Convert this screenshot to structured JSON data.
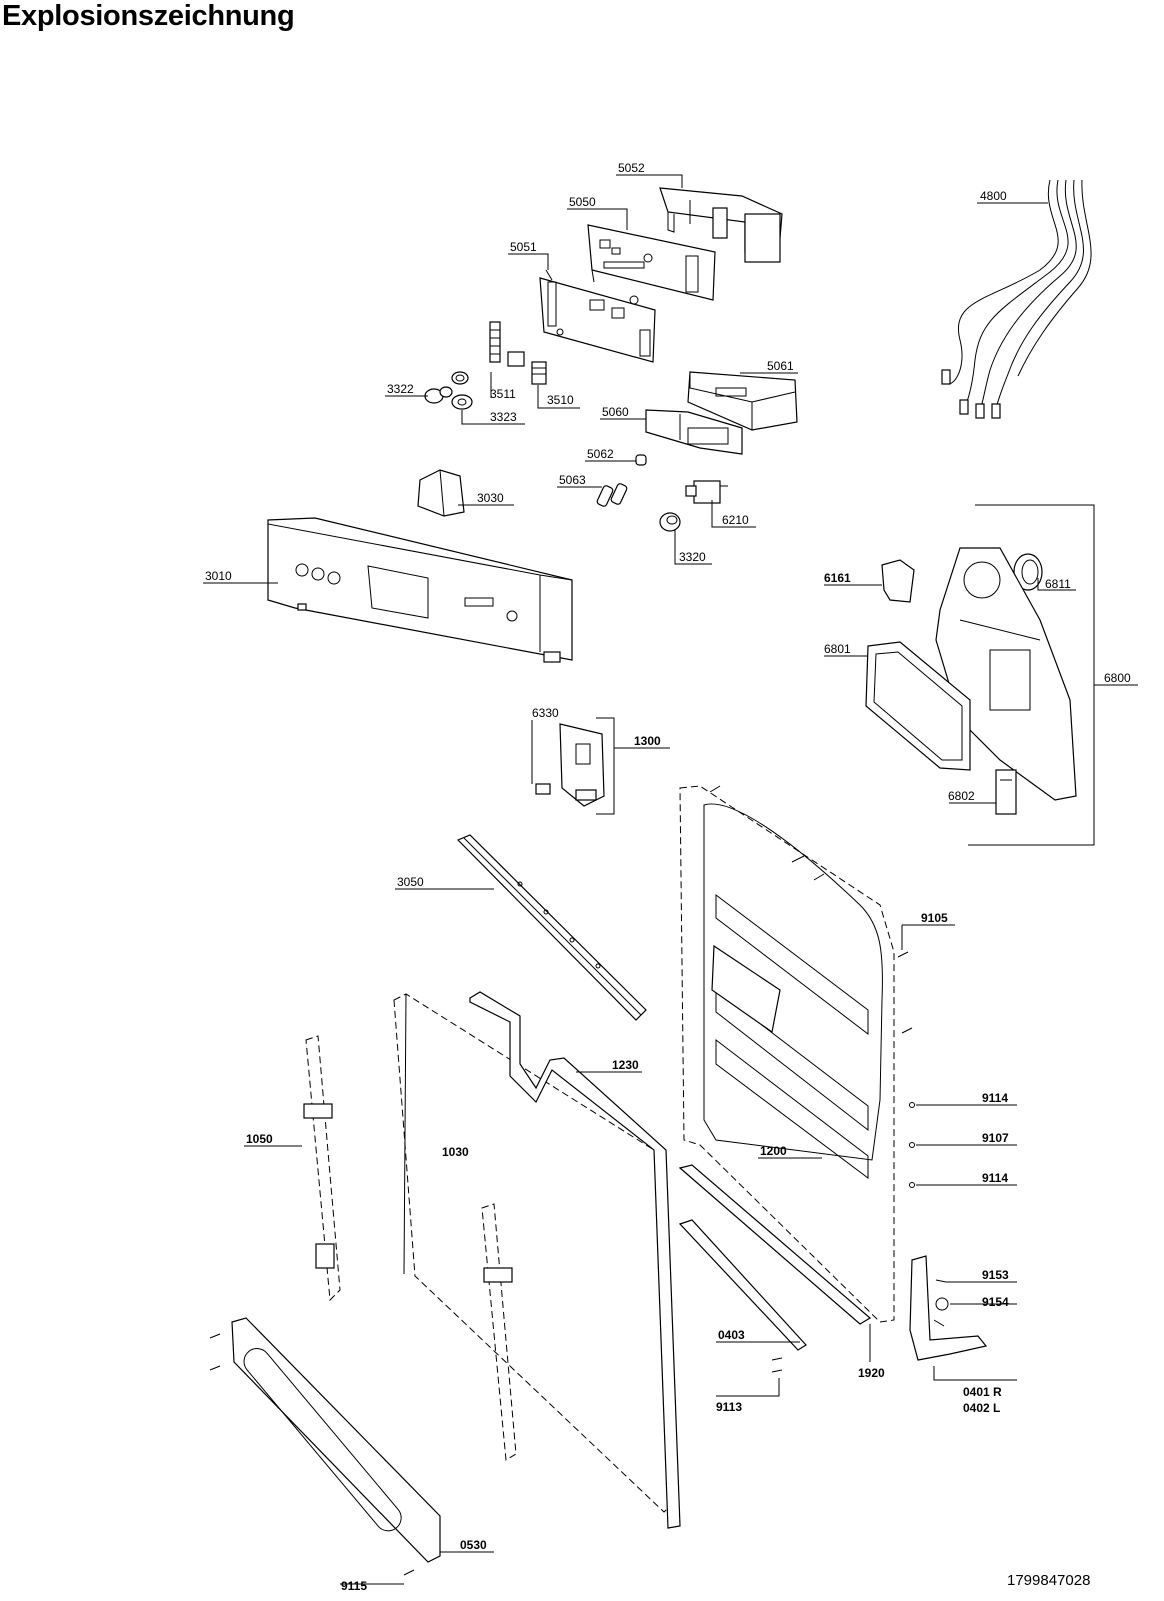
{
  "page": {
    "title": "Explosionszeichnung",
    "document_number": "1799847028"
  },
  "labels": [
    {
      "id": "l5052",
      "text": "5052",
      "bold": false
    },
    {
      "id": "l5050",
      "text": "5050",
      "bold": false
    },
    {
      "id": "l5051",
      "text": "5051",
      "bold": false
    },
    {
      "id": "l4800",
      "text": "4800",
      "bold": false
    },
    {
      "id": "l3322",
      "text": "3322",
      "bold": false
    },
    {
      "id": "l3511",
      "text": "3511",
      "bold": false
    },
    {
      "id": "l3510",
      "text": "3510",
      "bold": false
    },
    {
      "id": "l3323",
      "text": "3323",
      "bold": false
    },
    {
      "id": "l5061",
      "text": "5061",
      "bold": false
    },
    {
      "id": "l5060",
      "text": "5060",
      "bold": false
    },
    {
      "id": "l5062",
      "text": "5062",
      "bold": false
    },
    {
      "id": "l5063",
      "text": "5063",
      "bold": false
    },
    {
      "id": "l3030",
      "text": "3030",
      "bold": false
    },
    {
      "id": "l6210",
      "text": "6210",
      "bold": false
    },
    {
      "id": "l3320",
      "text": "3320",
      "bold": false
    },
    {
      "id": "l3010",
      "text": "3010",
      "bold": false
    },
    {
      "id": "l6161",
      "text": "6161",
      "bold": true
    },
    {
      "id": "l6811",
      "text": "6811",
      "bold": false
    },
    {
      "id": "l6801",
      "text": "6801",
      "bold": false
    },
    {
      "id": "l6800",
      "text": "6800",
      "bold": false
    },
    {
      "id": "l6802",
      "text": "6802",
      "bold": false
    },
    {
      "id": "l6330",
      "text": "6330",
      "bold": false
    },
    {
      "id": "l1300",
      "text": "1300",
      "bold": true
    },
    {
      "id": "l3050",
      "text": "3050",
      "bold": false
    },
    {
      "id": "l9105",
      "text": "9105",
      "bold": true
    },
    {
      "id": "l1230",
      "text": "1230",
      "bold": true
    },
    {
      "id": "l1050",
      "text": "1050",
      "bold": true
    },
    {
      "id": "l1030",
      "text": "1030",
      "bold": true
    },
    {
      "id": "l1200",
      "text": "1200",
      "bold": true
    },
    {
      "id": "l9114a",
      "text": "9114",
      "bold": true
    },
    {
      "id": "l9107",
      "text": "9107",
      "bold": true
    },
    {
      "id": "l9114b",
      "text": "9114",
      "bold": true
    },
    {
      "id": "l9153",
      "text": "9153",
      "bold": true
    },
    {
      "id": "l9154",
      "text": "9154",
      "bold": true
    },
    {
      "id": "l0403",
      "text": "0403",
      "bold": true
    },
    {
      "id": "l1920",
      "text": "1920",
      "bold": true
    },
    {
      "id": "l0401",
      "text": "0401 R",
      "bold": true
    },
    {
      "id": "l0402",
      "text": "0402 L",
      "bold": true
    },
    {
      "id": "l9113",
      "text": "9113",
      "bold": true
    },
    {
      "id": "l0530",
      "text": "0530",
      "bold": true
    },
    {
      "id": "l9115",
      "text": "9115",
      "bold": true
    }
  ]
}
